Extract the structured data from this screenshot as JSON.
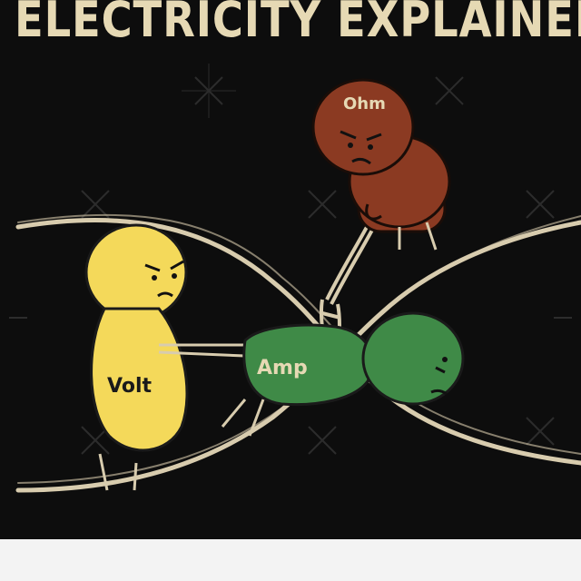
{
  "title": "ELECTRICITY EXPLAINED",
  "characters": {
    "ohm": {
      "label": "Ohm",
      "color": "#8b3a22"
    },
    "volt": {
      "label": "Volt",
      "color": "#f4d95a"
    },
    "amp": {
      "label": "Amp",
      "color": "#3f8a47"
    }
  },
  "colors": {
    "background": "#0d0d0d",
    "title": "#e6d9b4",
    "wire": "#d8ccae"
  }
}
